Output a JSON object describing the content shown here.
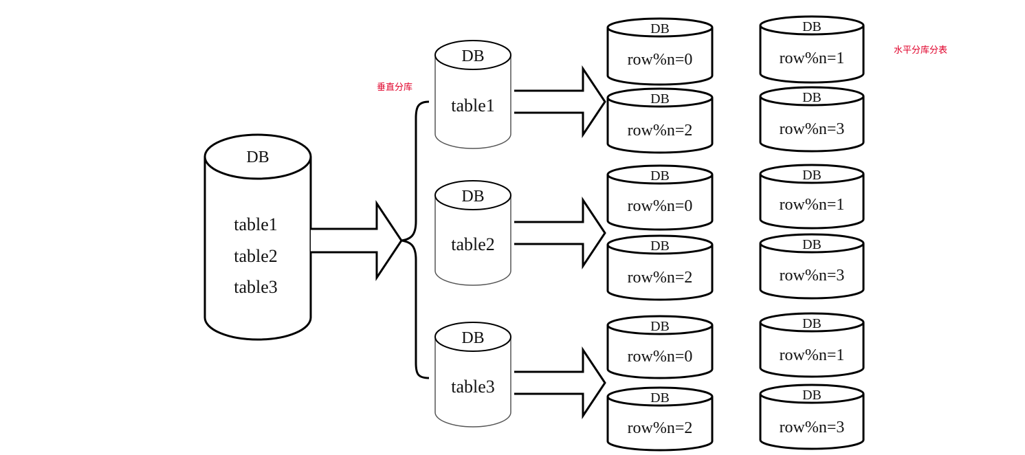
{
  "colors": {
    "annotation": "#e0002a",
    "stroke": "#000000",
    "light_stroke": "#555555"
  },
  "annotations": {
    "vertical": "垂直分库",
    "horizontal": "水平分库分表"
  },
  "source_db": {
    "title": "DB",
    "tables": [
      "table1",
      "table2",
      "table3"
    ]
  },
  "vertical_dbs": [
    {
      "title": "DB",
      "table": "table1"
    },
    {
      "title": "DB",
      "table": "table2"
    },
    {
      "title": "DB",
      "table": "table3"
    }
  ],
  "shards": [
    [
      {
        "title": "DB",
        "label": "row%n=0"
      },
      {
        "title": "DB",
        "label": "row%n=1"
      },
      {
        "title": "DB",
        "label": "row%n=2"
      },
      {
        "title": "DB",
        "label": "row%n=3"
      }
    ],
    [
      {
        "title": "DB",
        "label": "row%n=0"
      },
      {
        "title": "DB",
        "label": "row%n=1"
      },
      {
        "title": "DB",
        "label": "row%n=2"
      },
      {
        "title": "DB",
        "label": "row%n=3"
      }
    ],
    [
      {
        "title": "DB",
        "label": "row%n=0"
      },
      {
        "title": "DB",
        "label": "row%n=1"
      },
      {
        "title": "DB",
        "label": "row%n=2"
      },
      {
        "title": "DB",
        "label": "row%n=3"
      }
    ]
  ]
}
